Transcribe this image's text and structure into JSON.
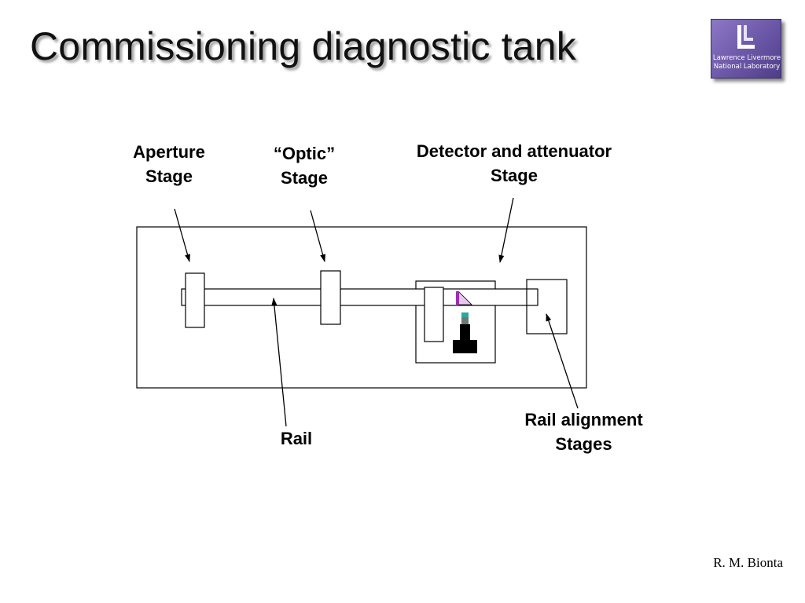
{
  "slide": {
    "title": "Commissioning diagnostic tank",
    "author": "R. M. Bionta"
  },
  "logo": {
    "line1": "Lawrence Livermore",
    "line2": "National Laboratory"
  },
  "labels": {
    "aperture_stage": {
      "line1": "Aperture",
      "line2": "Stage"
    },
    "optic_stage": {
      "line1": "“Optic”",
      "line2": "Stage"
    },
    "detector_stage": {
      "line1": "Detector and attenuator",
      "line2": "Stage"
    },
    "rail": {
      "line1": "Rail"
    },
    "rail_alignment": {
      "line1": "Rail alignment",
      "line2": "Stages"
    }
  },
  "colors": {
    "outline": "#000000",
    "optic_mirror": "#9b2fb0",
    "optic_mirror_face": "#e6c8f0",
    "detector_tip": "#2fa89a",
    "detector_body": "#000000",
    "logo_background": "#6a56a6"
  }
}
